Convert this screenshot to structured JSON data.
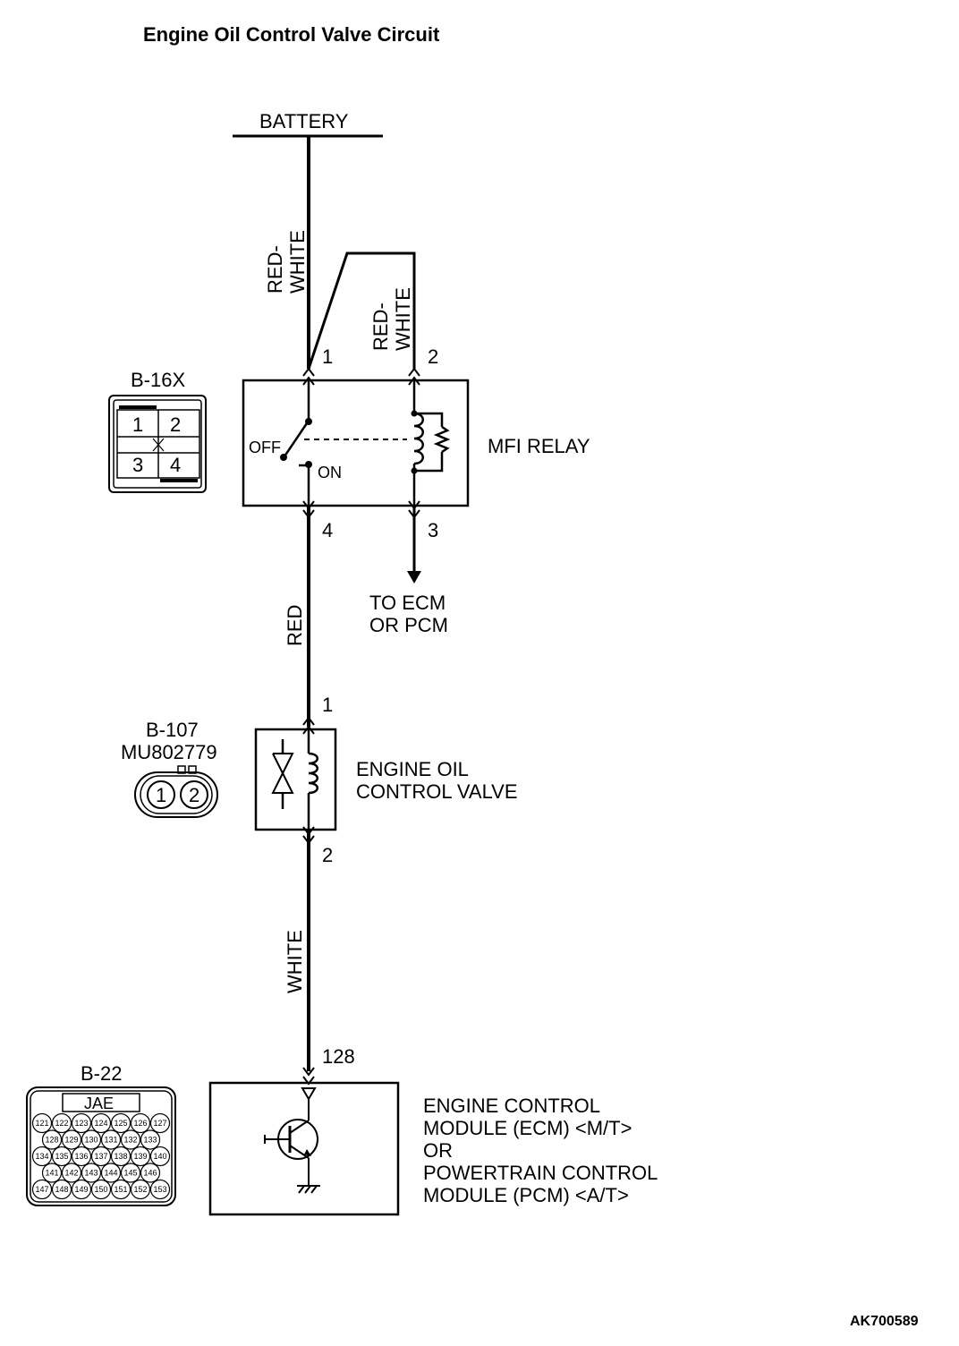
{
  "title": "Engine Oil Control Valve Circuit",
  "battery_label": "BATTERY",
  "wires": {
    "battery_to_relay": "RED-\nWHITE",
    "relay_pin2_feed": "RED-\nWHITE",
    "relay_to_valve": "RED",
    "valve_to_ecm": "WHITE"
  },
  "mfi_relay": {
    "label": "MFI RELAY",
    "pins": {
      "p1": "1",
      "p2": "2",
      "p3": "3",
      "p4": "4"
    },
    "switch_off": "OFF",
    "switch_on": "ON",
    "to_ecm": "TO ECM\nOR PCM"
  },
  "connector_b16x": {
    "id": "B-16X",
    "cells": [
      "1",
      "2",
      "3",
      "4"
    ]
  },
  "oil_control_valve": {
    "label": "ENGINE OIL\nCONTROL VALVE",
    "pin_top": "1",
    "pin_bottom": "2"
  },
  "connector_b107": {
    "id": "B-107",
    "part": "MU802779",
    "cells": [
      "1",
      "2"
    ]
  },
  "ecm": {
    "pin": "128",
    "label_lines": [
      "ENGINE CONTROL",
      "MODULE (ECM) <M/T>",
      "OR",
      "POWERTRAIN CONTROL",
      "MODULE (PCM) <A/T>"
    ]
  },
  "connector_b22": {
    "id": "B-22",
    "maker": "JAE",
    "rows": [
      [
        "121",
        "122",
        "123",
        "124",
        "125",
        "126",
        "127"
      ],
      [
        "128",
        "129",
        "130",
        "131",
        "132",
        "133"
      ],
      [
        "134",
        "135",
        "136",
        "137",
        "138",
        "139",
        "140"
      ],
      [
        "141",
        "142",
        "143",
        "144",
        "145",
        "146"
      ],
      [
        "147",
        "148",
        "149",
        "150",
        "151",
        "152",
        "153"
      ]
    ]
  },
  "figure_ref": "AK700589"
}
